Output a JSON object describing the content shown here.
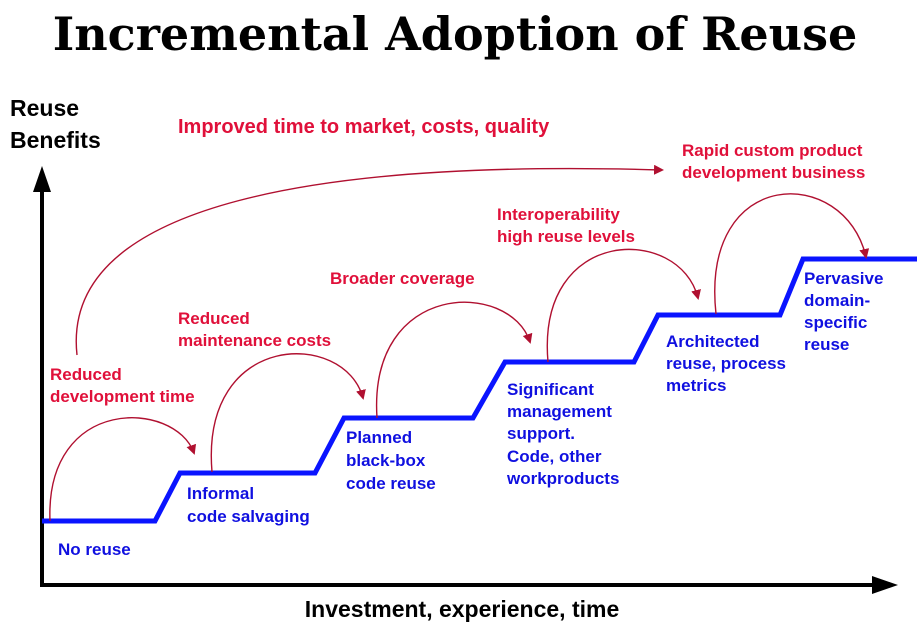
{
  "title": "Incremental Adoption of Reuse",
  "y_axis_label": [
    "Reuse",
    "Benefits"
  ],
  "x_axis_label": "Investment, experience, time",
  "overall_benefit": "Improved time to market, costs, quality",
  "colors": {
    "staircase": "#0a14ff",
    "stage_text": "#1010e0",
    "benefit_text": "#e0103a",
    "arrows": "#b01030",
    "axes": "#000000"
  },
  "stages": [
    {
      "lines": [
        "No reuse"
      ]
    },
    {
      "lines": [
        "Informal",
        "code salvaging"
      ]
    },
    {
      "lines": [
        "Planned",
        "black-box",
        "code reuse"
      ]
    },
    {
      "lines": [
        "Significant",
        "management",
        "support.",
        "Code, other",
        "workproducts"
      ]
    },
    {
      "lines": [
        "Architected",
        "reuse, process",
        "metrics"
      ]
    },
    {
      "lines": [
        "Pervasive",
        "domain-",
        "specific",
        "reuse"
      ]
    }
  ],
  "benefits": [
    {
      "lines": [
        "Reduced",
        "development time"
      ]
    },
    {
      "lines": [
        "Reduced",
        "maintenance costs"
      ]
    },
    {
      "lines": [
        "Broader coverage"
      ]
    },
    {
      "lines": [
        "Interoperability",
        "high reuse levels"
      ]
    },
    {
      "lines": [
        "Rapid custom product",
        "development business"
      ]
    }
  ]
}
